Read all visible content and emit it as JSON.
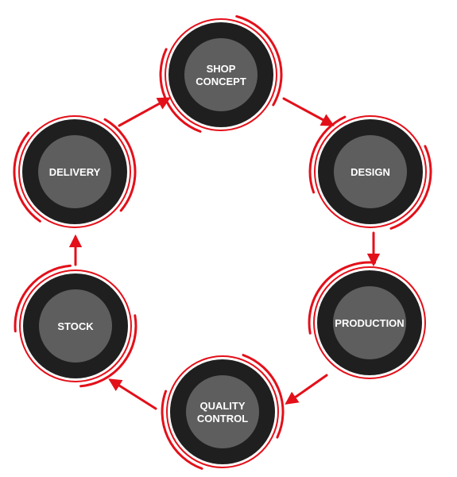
{
  "diagram": {
    "type": "process-cycle",
    "colors": {
      "background": "#ffffff",
      "accent": "#e3101a",
      "ring": "#1f1f1f",
      "core": "#5e5e5e",
      "label": "#ffffff"
    },
    "steps": [
      {
        "id": "shop-concept",
        "lines": [
          "SHOP",
          "CONCEPT"
        ]
      },
      {
        "id": "design",
        "lines": [
          "DESIGN"
        ]
      },
      {
        "id": "production",
        "lines": [
          "PRODUCTION"
        ]
      },
      {
        "id": "quality-control",
        "lines": [
          "QUALITY",
          "CONTROL"
        ]
      },
      {
        "id": "stock",
        "lines": [
          "STOCK"
        ]
      },
      {
        "id": "delivery",
        "lines": [
          "DELIVERY"
        ]
      }
    ],
    "flow": [
      {
        "from": "shop-concept",
        "to": "design"
      },
      {
        "from": "design",
        "to": "production"
      },
      {
        "from": "production",
        "to": "quality-control"
      },
      {
        "from": "quality-control",
        "to": "stock"
      },
      {
        "from": "stock",
        "to": "delivery"
      },
      {
        "from": "delivery",
        "to": "shop-concept"
      }
    ]
  }
}
